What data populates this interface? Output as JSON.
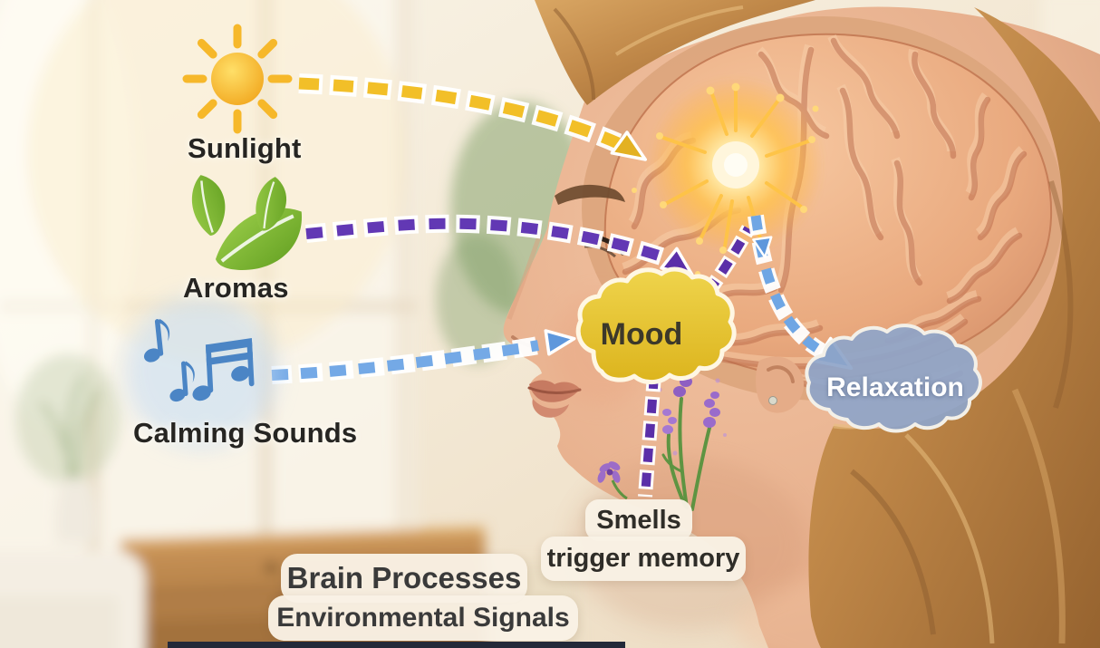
{
  "figure": {
    "type": "infographic-diagram",
    "inputs": [
      {
        "label": "Sunlight",
        "icon": "sun-icon",
        "arrow_color": "#F2BF28"
      },
      {
        "label": "Aromas",
        "icon": "leaf-icon",
        "arrow_color": "#6238B4"
      },
      {
        "label": "Calming Sounds",
        "icon": "music-notes-icon",
        "arrow_color": "#74A9E6"
      }
    ],
    "nodes": [
      {
        "label": "Mood",
        "shape": "cloud",
        "fill": "#E6C52E",
        "text_color": "#3C382A"
      },
      {
        "label": "Relaxation",
        "shape": "cloud",
        "fill": "#8FA5C8",
        "text_color": "#FFFFFF"
      }
    ],
    "flows": [
      {
        "from": "Sunlight",
        "to": "brain"
      },
      {
        "from": "Aromas",
        "to": "brain"
      },
      {
        "from": "Calming Sounds",
        "to": "Mood"
      },
      {
        "from": "Mood",
        "to": "brain"
      },
      {
        "from": "brain",
        "to": "Relaxation"
      },
      {
        "from": "Mood",
        "to": "Smells trigger memory"
      }
    ],
    "annotations": [
      {
        "line1": "Smells",
        "line2": "trigger memory"
      },
      {
        "line1": "Brain Processes",
        "line2": "Environmental Signals"
      }
    ]
  },
  "colors": {
    "sunlight_arrow": "#F2BF28",
    "aromas_arrow": "#6238B4",
    "sounds_arrow": "#74A9E6",
    "mood_cloud": "#E6C52E",
    "relaxation_cloud": "#8FA5C8",
    "brain": "#E8A87F",
    "glow": "#FFC24F",
    "label_text": "#262522",
    "pill_background": "#F8F0E2"
  }
}
